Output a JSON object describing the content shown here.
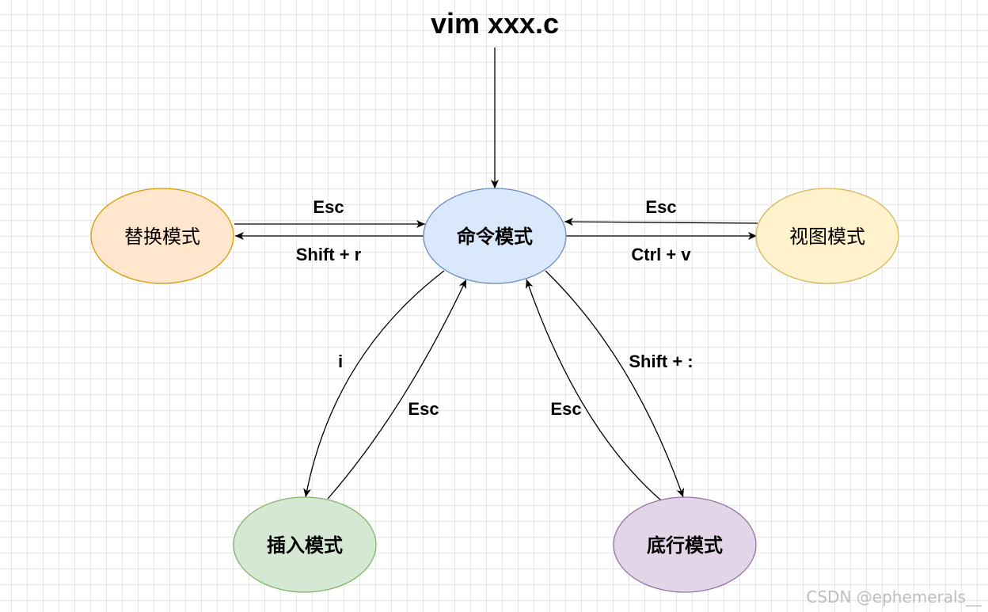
{
  "title": "vim xxx.c",
  "nodes": {
    "command": {
      "label": "命令模式",
      "fill": "#dae8fc",
      "stroke": "#6c8ebf"
    },
    "replace": {
      "label": "替换模式",
      "fill": "#ffe6cc",
      "stroke": "#d79b00"
    },
    "visual": {
      "label": "视图模式",
      "fill": "#fff2cc",
      "stroke": "#d6b656"
    },
    "insert": {
      "label": "插入模式",
      "fill": "#d5e8d4",
      "stroke": "#82b366"
    },
    "lastline": {
      "label": "底行模式",
      "fill": "#e1d5e7",
      "stroke": "#9673a6"
    }
  },
  "edges": {
    "replace_to_command": "Esc",
    "command_to_replace": "Shift + r",
    "visual_to_command": "Esc",
    "command_to_visual": "Ctrl + v",
    "command_to_insert": "i",
    "insert_to_command": "Esc",
    "lastline_to_command": "Esc",
    "command_to_lastline": "Shift + :"
  },
  "watermark": "CSDN @ephemerals__"
}
